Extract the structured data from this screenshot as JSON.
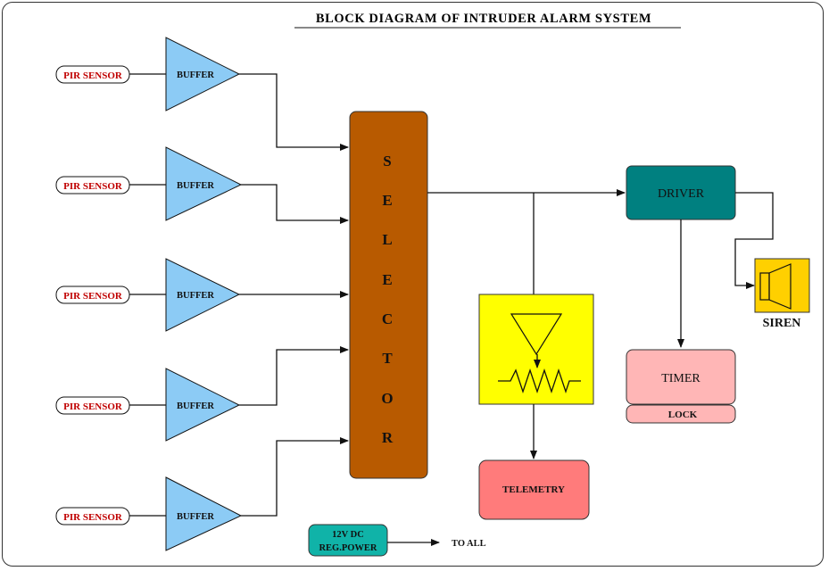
{
  "title": "BLOCK DIAGRAM OF INTRUDER ALARM SYSTEM",
  "sensors": [
    "PIR SENSOR",
    "PIR SENSOR",
    "PIR SENSOR",
    "PIR SENSOR",
    "PIR SENSOR"
  ],
  "buffers": [
    "BUFFER",
    "BUFFER",
    "BUFFER",
    "BUFFER",
    "BUFFER"
  ],
  "selector_letters": [
    "S",
    "E",
    "L",
    "E",
    "C",
    "T",
    "O",
    "R"
  ],
  "driver": "DRIVER",
  "timer": "TIMER",
  "lock": "LOCK",
  "siren": "SIREN",
  "telemetry": "TELEMETRY",
  "power_line1": "12V DC",
  "power_line2": "REG.POWER",
  "power_target": "TO ALL",
  "colors": {
    "buffer": "#8ccbf5",
    "selector": "#b85a00",
    "driver": "#008080",
    "timer": "#ffb6b6",
    "telemetry": "#ff7b7b",
    "threshold_box": "#ffff00",
    "siren_box": "#ffd000",
    "power": "#10b3a8",
    "sensor_text": "#c00000"
  }
}
